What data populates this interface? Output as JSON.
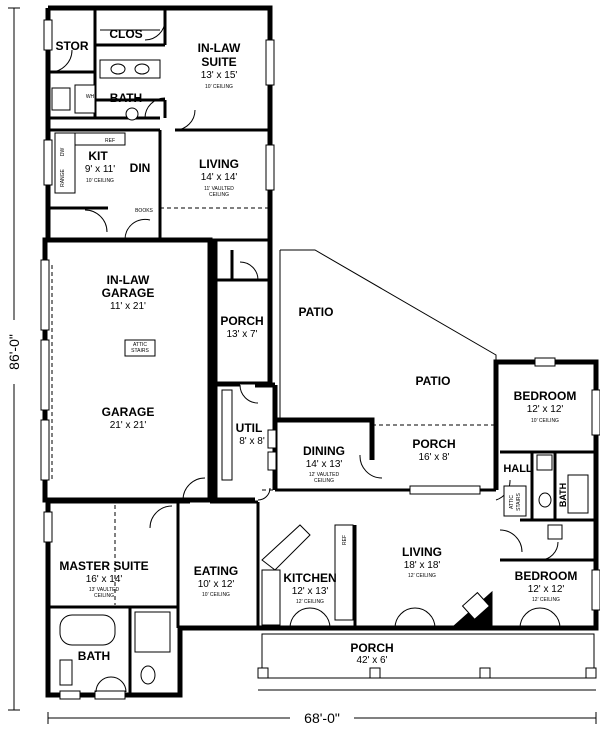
{
  "rooms": {
    "stor_top": {
      "name": "STOR"
    },
    "clos": {
      "name": "CLOS"
    },
    "inlaw_suite": {
      "name_line1": "IN-LAW",
      "name_line2": "SUITE",
      "size": "13' x 15'",
      "ceiling": "10' CEILING"
    },
    "bath_top": {
      "name": "BATH"
    },
    "kit": {
      "name": "KIT",
      "size": "9' x 11'",
      "ceiling": "10' CEILING"
    },
    "din": {
      "name": "DIN"
    },
    "living_top": {
      "name": "LIVING",
      "size": "14' x 14'",
      "ceiling_line1": "11' VAULTED",
      "ceiling_line2": "CEILING"
    },
    "garage": {
      "name_line1": "IN-LAW",
      "name_line2": "GARAGE",
      "size1": "11' x 21'",
      "name3": "GARAGE",
      "size2": "21' x 21'"
    },
    "porch_small": {
      "name": "PORCH",
      "size": "13' x 7'"
    },
    "patio1": {
      "name": "PATIO"
    },
    "patio2": {
      "name": "PATIO"
    },
    "util": {
      "name": "UTIL",
      "size": "8' x 8'"
    },
    "dining": {
      "name": "DINING",
      "size": "14' x 13'",
      "ceiling_line1": "12' VAULTED",
      "ceiling_line2": "CEILING"
    },
    "porch_mid": {
      "name": "PORCH",
      "size": "16' x 8'"
    },
    "bedroom1": {
      "name": "BEDROOM",
      "size": "12' x 12'",
      "ceiling": "10' CEILING"
    },
    "hall": {
      "name": "HALL"
    },
    "bath_right": {
      "name": "BATH"
    },
    "master": {
      "name": "MASTER SUITE",
      "size": "16' x 14'",
      "ceiling_line1": "13' VAULTED",
      "ceiling_line2": "CEILING"
    },
    "eating": {
      "name": "EATING",
      "size": "10' x 12'",
      "ceiling": "10' CEILING"
    },
    "kitchen": {
      "name": "KITCHEN",
      "size": "12' x 13'",
      "ceiling": "12' CEILING"
    },
    "living_main": {
      "name": "LIVING",
      "size": "18' x 18'",
      "ceiling": "12' CEILING"
    },
    "bedroom2": {
      "name": "BEDROOM",
      "size": "12' x 12'",
      "ceiling": "12' CEILING"
    },
    "bath_master": {
      "name": "BATH"
    },
    "porch_front": {
      "name": "PORCH",
      "size": "42' x 6'"
    }
  },
  "small_labels": {
    "ref_top": "REF",
    "dw": "DW",
    "range": "RANGE",
    "books": "BOOKS",
    "attic_stairs_1": "ATTIC",
    "attic_stairs_2": "STAIRS",
    "ref_main": "REF",
    "attic_hall_1": "ATTIC",
    "attic_hall_2": "STAIRS",
    "wh": "WH"
  },
  "dimensions": {
    "depth": "86'-0\"",
    "width": "68'-0\""
  }
}
